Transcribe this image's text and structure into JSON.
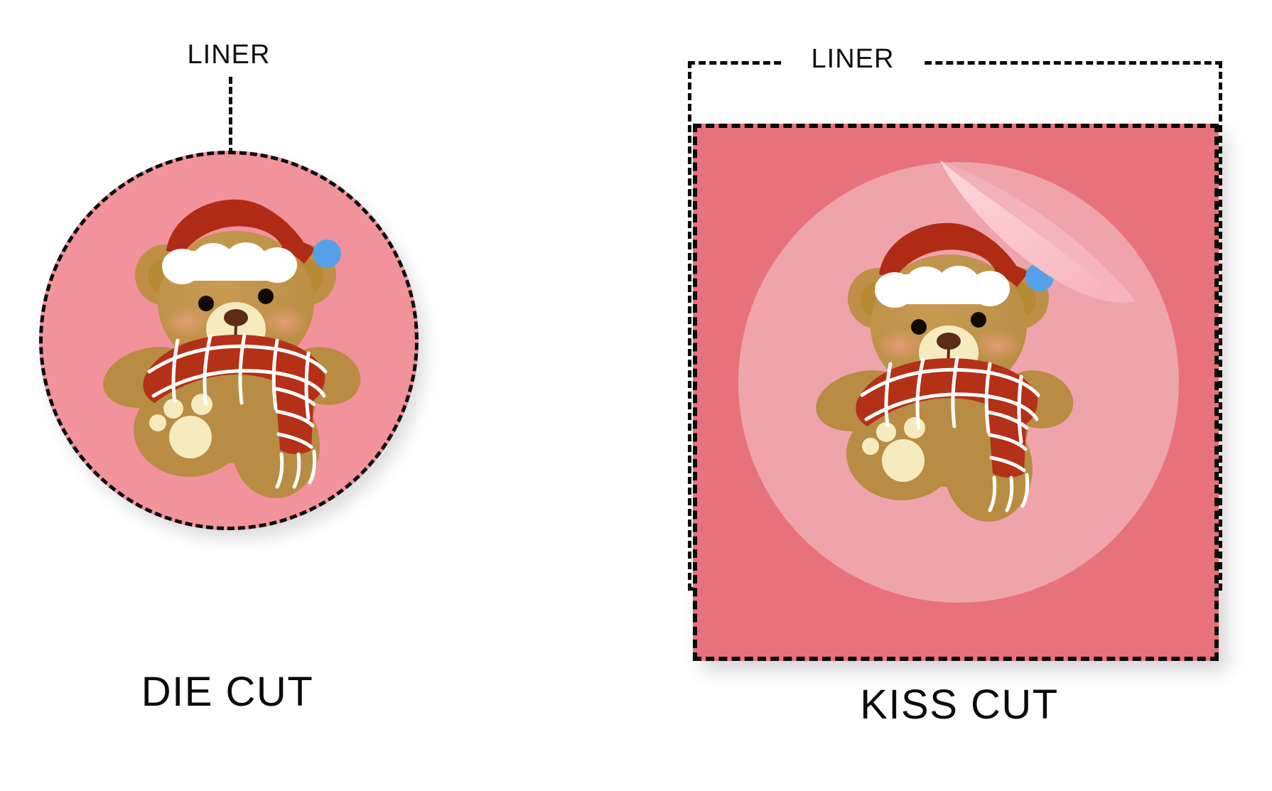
{
  "page": {
    "background_color": "#ffffff",
    "title_not_shown": ""
  },
  "panels": [
    {
      "id": "die-cut",
      "liner_label": "LINER",
      "cut_label": "DIE CUT",
      "shape": "circle",
      "sticker_color": "#F2929B",
      "cut_line_style": "dashed",
      "cut_line_color": "#0b0b0b"
    },
    {
      "id": "kiss-cut",
      "liner_label": "LINER",
      "cut_label": "KISS CUT",
      "shape": "square",
      "liner_color": "#E8727C",
      "sticker_color": "#EFA4AC",
      "peel_color": "#FBC6CC",
      "cut_line_style": "dashed",
      "cut_line_color": "#0b0b0b"
    }
  ],
  "die": {
    "liner_label": "LINER",
    "cut_label": "DIE CUT"
  },
  "kiss": {
    "liner_label": "LINER",
    "cut_label": "KISS CUT"
  },
  "artwork": {
    "name": "christmas-teddy-bear-sticker",
    "colors": {
      "fur": "#BE9047",
      "fur_dark": "#AD8238",
      "muzzle": "#F6EBBF",
      "nose": "#5C2C18",
      "eye": "#1A1008",
      "cheek": "#E8A17E",
      "hat_red": "#B02B16",
      "hat_fur_white": "#FFFFFF",
      "pom_blue": "#55A0E8",
      "scarf_red": "#B43118",
      "scarf_stripe": "#FFFFFF",
      "paw_pad": "#F6EBBF"
    }
  }
}
